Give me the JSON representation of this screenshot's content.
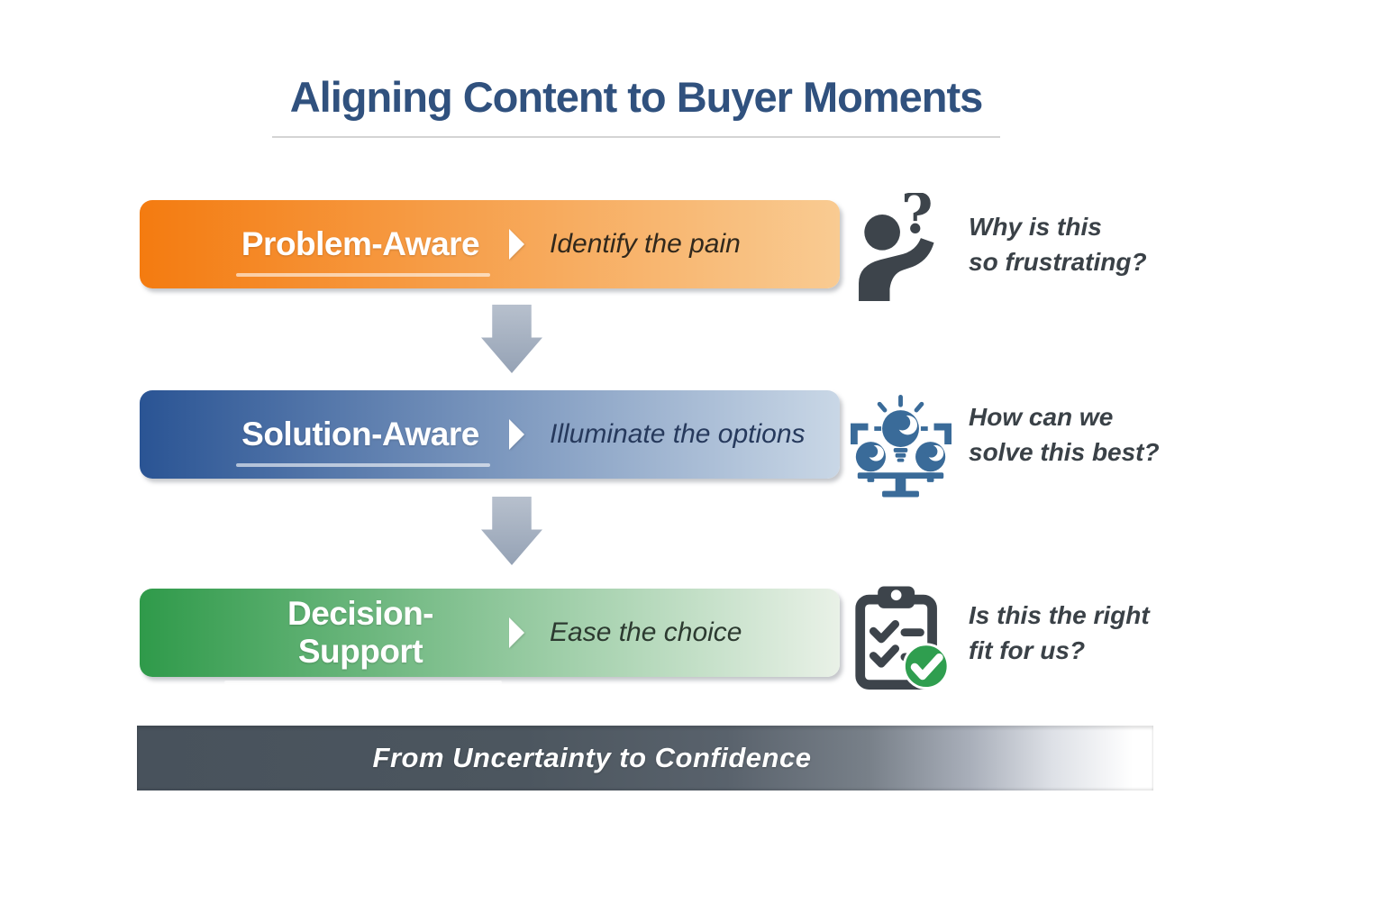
{
  "title": "Aligning Content to Buyer Moments",
  "stages": [
    {
      "label": "Problem-Aware",
      "tagline": "Identify the pain",
      "question_lines": [
        "Why is this",
        "so frustrating?"
      ],
      "icon": "confused-person-icon",
      "color_from": "#f47b10",
      "color_to": "#f9cb92",
      "tagline_color": "#31281c"
    },
    {
      "label": "Solution-Aware",
      "tagline": "Illuminate the options",
      "question_lines": [
        "How can we",
        "solve this best?"
      ],
      "icon": "lightbulbs-icon",
      "color_from": "#2a5494",
      "color_to": "#c9d7e6",
      "tagline_color": "#26395c"
    },
    {
      "label": "Decision-Support",
      "tagline": "Ease the choice",
      "question_lines": [
        "Is this the right",
        "fit for us?"
      ],
      "icon": "checklist-icon",
      "color_from": "#2f9a4a",
      "color_to": "#e9f1e7",
      "tagline_color": "#2c3a30"
    }
  ],
  "footer": {
    "label": "From Uncertainty to Confidence",
    "color_from": "#48525c",
    "color_to": "#ffffff"
  },
  "colors": {
    "title_text": "#30517e",
    "question_text": "#3a4147",
    "arrow": "#a3afc0",
    "icon_dark": "#3d444b",
    "icon_blue": "#3a6b99",
    "check_badge_green": "#2f9e4f"
  }
}
